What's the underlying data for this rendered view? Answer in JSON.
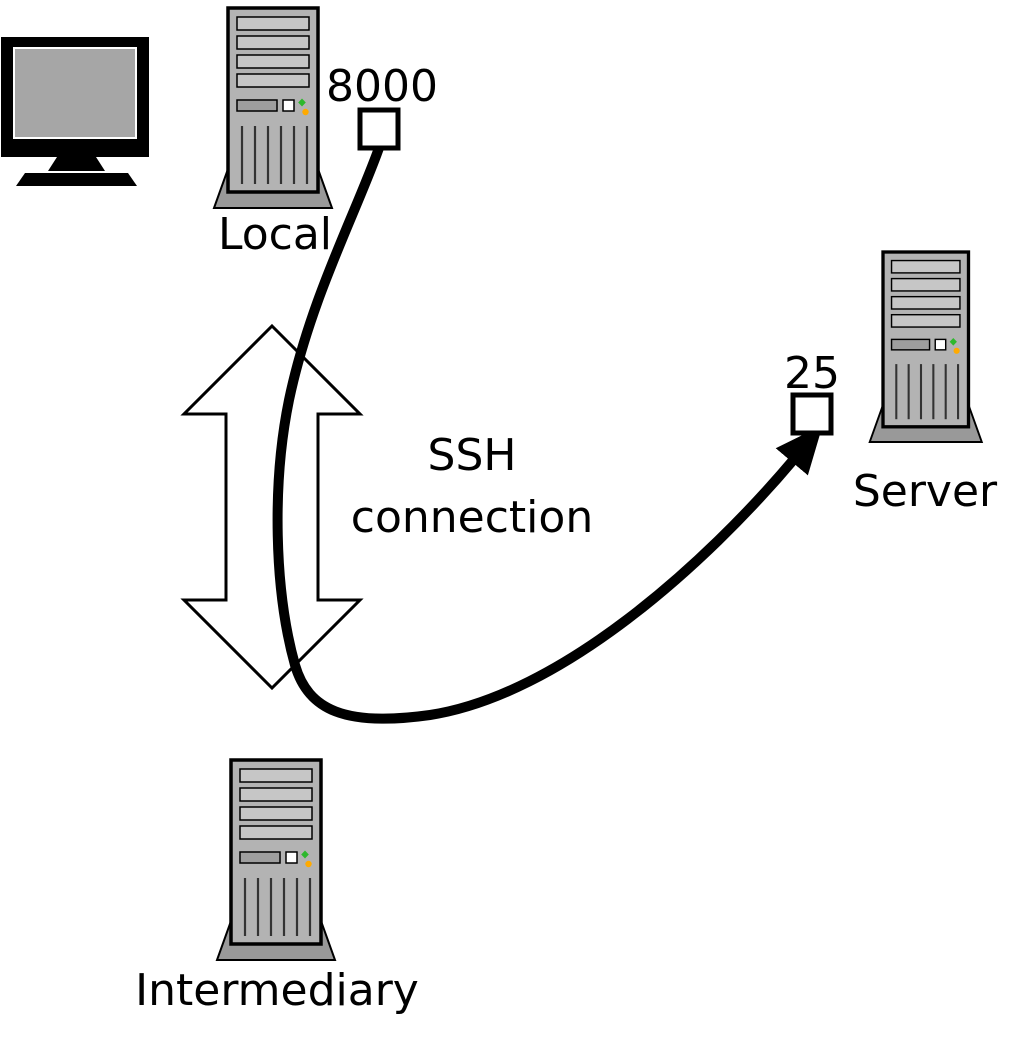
{
  "diagram": {
    "type": "ssh-tunnel-diagram",
    "nodes": {
      "client": {
        "icon": "monitor-icon"
      },
      "local": {
        "label": "Local",
        "port": "8000",
        "icon": "tower-icon"
      },
      "intermediary": {
        "label": "Intermediary",
        "icon": "tower-icon"
      },
      "server": {
        "label": "Server",
        "port": "25",
        "icon": "tower-icon"
      }
    },
    "connection": {
      "label_line1": "SSH",
      "label_line2": "connection",
      "arrow_icon": "double-arrow-icon",
      "tunnel_icon": "curved-arrow-icon"
    },
    "colors": {
      "background": "#ffffff",
      "outline": "#000000",
      "line": "#000000",
      "tower_body": "#b3b3b3",
      "tower_bay": "#c6c6c6",
      "tower_slot": "#9e9e9e",
      "tower_base": "#999999",
      "vent_line": "#333333",
      "monitor_screen": "#a6a6a6",
      "led_green": "#2db82d",
      "led_amber": "#ffaa00",
      "port_fill": "#ffffff",
      "arrow_fill": "#ffffff"
    }
  }
}
